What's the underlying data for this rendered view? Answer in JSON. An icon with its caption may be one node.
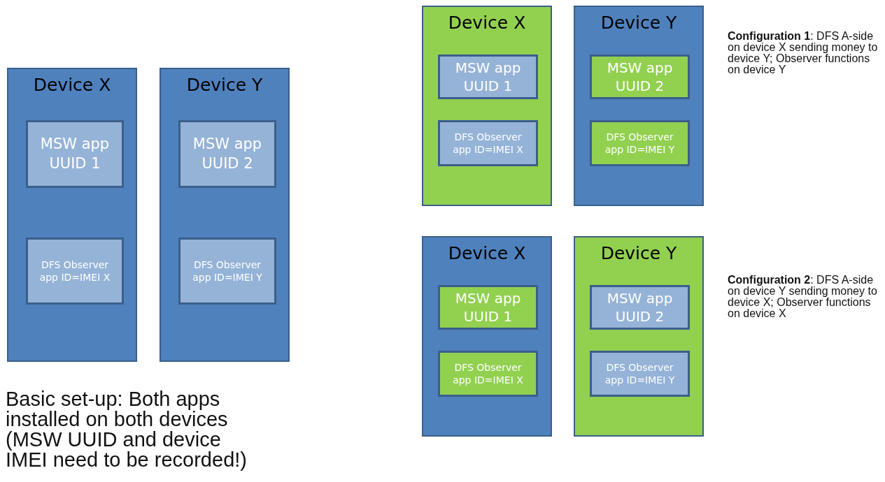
{
  "diagram": {
    "nodes": [
      {
        "text": [
          "Device X"
        ]
      },
      {
        "text": [
          "MSW app UUID 1"
        ],
        "in": 0
      },
      {
        "text": [
          "DFS Observer app ID=IMEI X"
        ],
        "in": 0
      },
      {
        "text": [
          "Device Y"
        ]
      },
      {
        "text": [
          "MSW app UUID 2"
        ],
        "in": 3
      },
      {
        "text": [
          "DFS Observer app ID=IMEI Y"
        ],
        "in": 3
      },
      {
        "text": [
          "Device X"
        ]
      },
      {
        "text": [
          "MSW app UUID 1"
        ],
        "in": 6
      },
      {
        "text": [
          "DFS Observer app ID=IMEI X"
        ],
        "in": 6
      },
      {
        "text": [
          "Device Y"
        ]
      },
      {
        "text": [
          "MSW app UUID 2"
        ],
        "in": 9
      },
      {
        "text": [
          "DFS Observer app ID=IMEI Y"
        ],
        "in": 9
      },
      {
        "text": [
          "Device X"
        ]
      },
      {
        "text": [
          "MSW app UUID 1"
        ],
        "in": 12
      },
      {
        "text": [
          "DFS Observer app ID=IMEI X"
        ],
        "in": 12
      },
      {
        "text": [
          "Device Y"
        ]
      },
      {
        "text": [
          "MSW app UUID 2"
        ],
        "in": 15
      },
      {
        "text": [
          "DFS Observer app ID=IMEI Y"
        ],
        "in": 15
      }
    ],
    "edges": [],
    "labels": [
      "Basic set-up: Both apps installed on both devices (MSW UUID and device IMEI need to be recorded!)",
      "**Configuration 1**: DFS A-side on device X sending money to device Y; Observer functions on device Y",
      "**Configuration 2**: DFS A-side on device Y sending money to device X; Observer functions on device X"
    ]
  }
}
